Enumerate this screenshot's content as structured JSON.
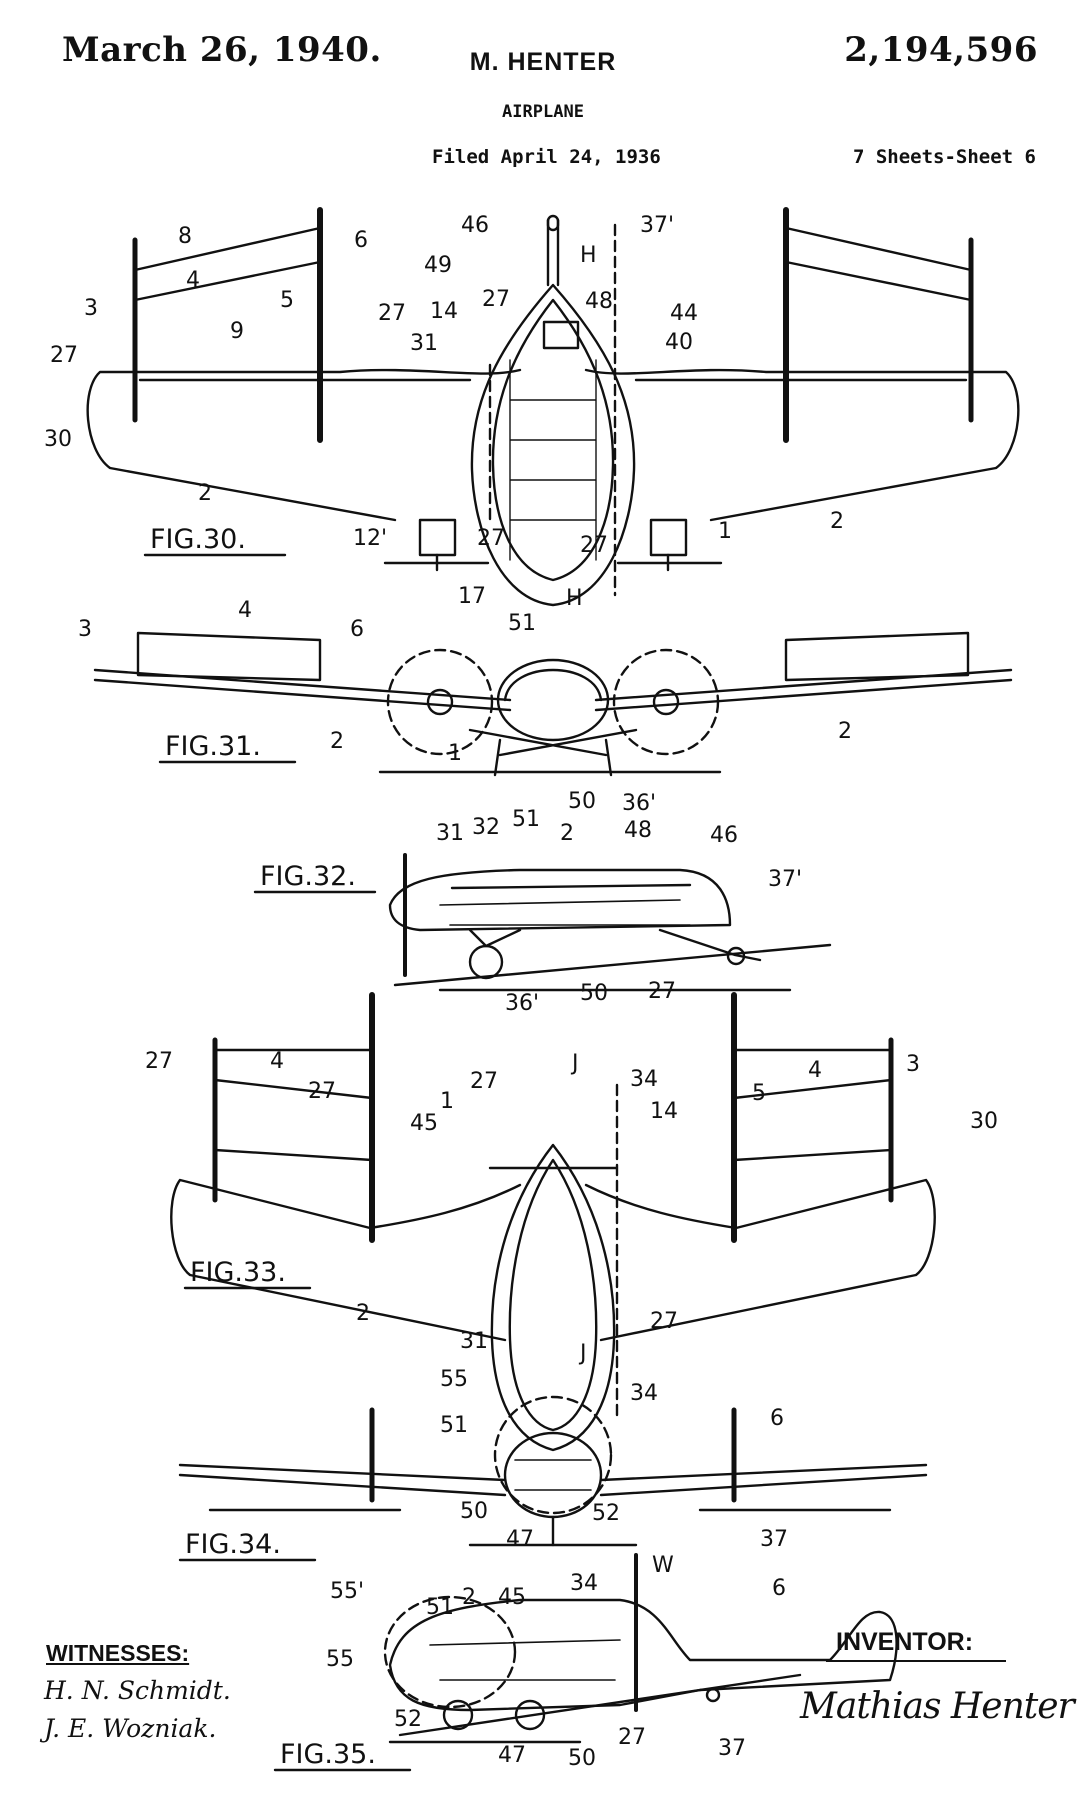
{
  "header": {
    "date": "March 26, 1940.",
    "inventor_name": "M. HENTER",
    "patent_number": "2,194,596",
    "title": "AIRPLANE",
    "filed": "Filed April 24, 1936",
    "sheets": "7 Sheets-Sheet 6"
  },
  "figures": {
    "fig30": "FIG.30.",
    "fig31": "FIG.31.",
    "fig32": "FIG.32.",
    "fig33": "FIG.33.",
    "fig34": "FIG.34.",
    "fig35": "FIG.35."
  },
  "labels": {
    "fig30": [
      "8",
      "6",
      "46",
      "37'",
      "H",
      "3",
      "4",
      "5",
      "27",
      "49",
      "27",
      "48",
      "44",
      "40",
      "27",
      "9",
      "14",
      "31",
      "30",
      "2",
      "1",
      "2",
      "12'",
      "27",
      "27",
      "17",
      "H"
    ],
    "fig31": [
      "4",
      "3",
      "6",
      "51",
      "2",
      "1",
      "2",
      "50",
      "36'"
    ],
    "fig32": [
      "31",
      "32",
      "51",
      "2",
      "48",
      "46",
      "37'",
      "36'",
      "50",
      "27"
    ],
    "fig33": [
      "27",
      "4",
      "27",
      "J",
      "34",
      "4",
      "3",
      "27",
      "1",
      "14",
      "5",
      "45",
      "30",
      "2",
      "31",
      "27",
      "J"
    ],
    "fig34": [
      "55",
      "34",
      "51",
      "6",
      "50",
      "52",
      "47",
      "37"
    ],
    "fig35": [
      "55'",
      "51",
      "2",
      "45",
      "34",
      "W",
      "6",
      "55",
      "52",
      "47",
      "50",
      "27",
      "37"
    ]
  },
  "witnesses": {
    "heading": "WITNESSES:",
    "names": [
      "H. N. Schmidt.",
      "J. E. Wozniak."
    ]
  },
  "inventor": {
    "heading": "INVENTOR:",
    "signature": "Mathias Henter"
  }
}
